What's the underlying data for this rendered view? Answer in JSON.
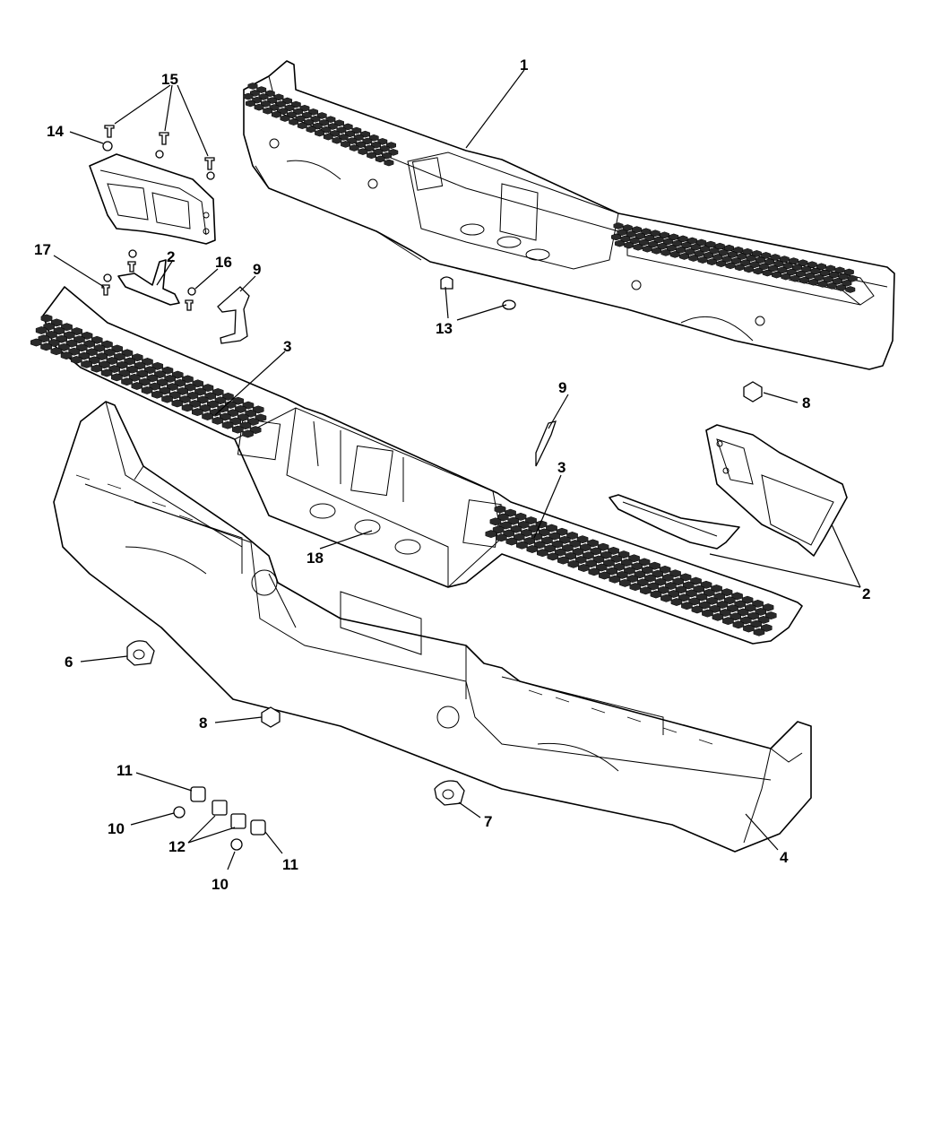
{
  "callouts": [
    {
      "id": "c1",
      "label": "1"
    },
    {
      "id": "c2a",
      "label": "2"
    },
    {
      "id": "c2b",
      "label": "2"
    },
    {
      "id": "c3a",
      "label": "3"
    },
    {
      "id": "c3b",
      "label": "3"
    },
    {
      "id": "c4",
      "label": "4"
    },
    {
      "id": "c6",
      "label": "6"
    },
    {
      "id": "c7",
      "label": "7"
    },
    {
      "id": "c8a",
      "label": "8"
    },
    {
      "id": "c8b",
      "label": "8"
    },
    {
      "id": "c9a",
      "label": "9"
    },
    {
      "id": "c9b",
      "label": "9"
    },
    {
      "id": "c10a",
      "label": "10"
    },
    {
      "id": "c10b",
      "label": "10"
    },
    {
      "id": "c11a",
      "label": "11"
    },
    {
      "id": "c11b",
      "label": "11"
    },
    {
      "id": "c12",
      "label": "12"
    },
    {
      "id": "c13",
      "label": "13"
    },
    {
      "id": "c14",
      "label": "14"
    },
    {
      "id": "c15",
      "label": "15"
    },
    {
      "id": "c16",
      "label": "16"
    },
    {
      "id": "c17",
      "label": "17"
    },
    {
      "id": "c18",
      "label": "18"
    }
  ],
  "colors": {
    "line": "#000000",
    "background": "#ffffff",
    "grille": "#2a2a2a"
  }
}
